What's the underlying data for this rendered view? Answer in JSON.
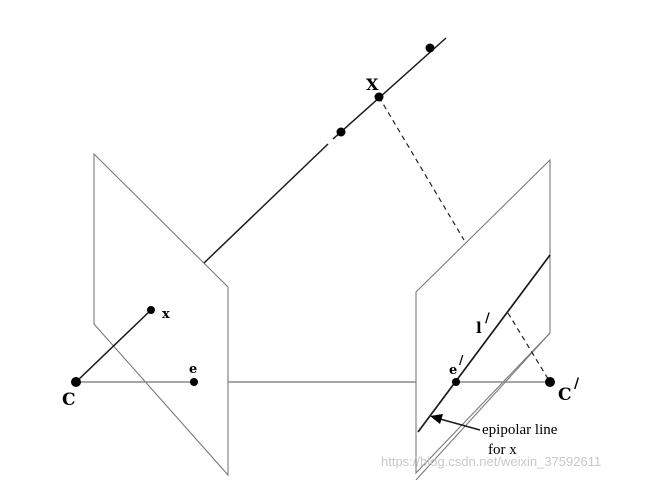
{
  "labels": {
    "world_point": "X",
    "image_point": "x",
    "left_center": "C",
    "left_epipole": "e",
    "right_center": "C",
    "right_center_prime": "/",
    "right_epipole": "e",
    "right_epipole_prime": "/",
    "epipolar_line": "l",
    "epipolar_line_prime": "/"
  },
  "caption": {
    "line1": "epipolar line",
    "line2": "for x"
  },
  "watermark": "https://blog.csdn.net/weixin_37592611"
}
